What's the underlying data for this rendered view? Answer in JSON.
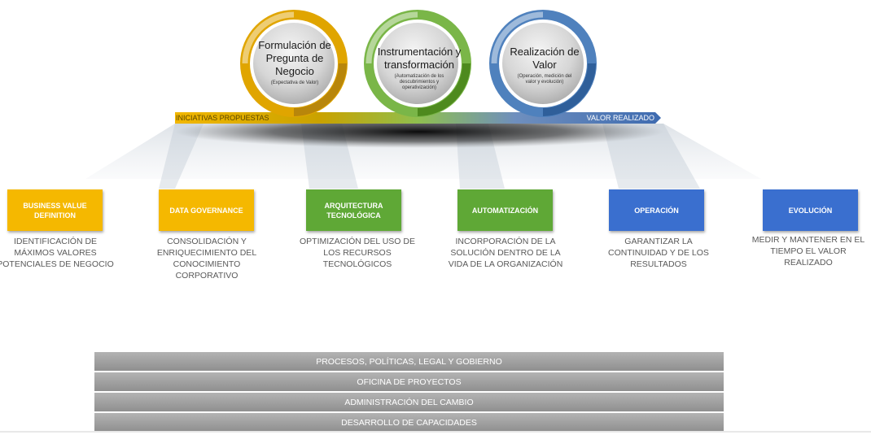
{
  "circles": [
    {
      "title": "Formulación de Pregunta de Negocio",
      "subtitle": "(Expectativa de Valor)",
      "ring_color": "#e0a500",
      "ring_dark": "#b8860b"
    },
    {
      "title": "Instrumentación y transformación",
      "subtitle": "(Automatización de los descubrimientos y operativización)",
      "ring_color": "#7ab648",
      "ring_dark": "#4e8a1e"
    },
    {
      "title": "Realización de Valor",
      "subtitle": "(Operación, medición del valor y evolución)",
      "ring_color": "#4f81bd",
      "ring_dark": "#2f5f9a"
    }
  ],
  "arrow_bar": {
    "left_label": "INICIATIVAS PROPUESTAS",
    "right_label": "VALOR REALIZADO"
  },
  "stages": [
    {
      "label": "BUSINESS VALUE DEFINITION",
      "color": "#f5b800",
      "description": "IDENTIFICACIÓN DE MÁXIMOS VALORES POTENCIALES DE NEGOCIO"
    },
    {
      "label": "DATA GOVERNANCE",
      "color": "#f5b800",
      "description": "CONSOLIDACIÓN Y ENRIQUECIMIENTO DEL CONOCIMIENTO CORPORATIVO"
    },
    {
      "label": "ARQUITECTURA TECNOLÓGICA",
      "color": "#5fa836",
      "description": "OPTIMIZACIÓN DEL USO DE LOS RECURSOS TECNOLÓGICOS"
    },
    {
      "label": "AUTOMATIZACIÓN",
      "color": "#5fa836",
      "description": "INCORPORACIÓN DE LA SOLUCIÓN DENTRO DE LA VIDA DE LA ORGANIZACIÓN"
    },
    {
      "label": "OPERACIÓN",
      "color": "#3a6fcf",
      "description": "GARANTIZAR LA CONTINUIDAD Y DE LOS RESULTADOS"
    },
    {
      "label": "EVOLUCIÓN",
      "color": "#3a6fcf",
      "description": "MEDIR Y MANTENER EN EL TIEMPO EL VALOR REALIZADO"
    }
  ],
  "foundation_bars": [
    "PROCESOS, POLÍTICAS, LEGAL Y GOBIERNO",
    "OFICINA DE PROYECTOS",
    "ADMINISTRACIÓN DEL CAMBIO",
    "DESARROLLO DE CAPACIDADES"
  ]
}
